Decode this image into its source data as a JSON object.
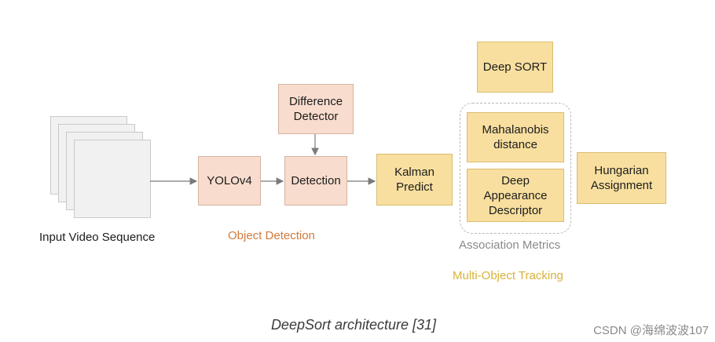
{
  "diagram": {
    "input_label": "Input Video Sequence",
    "nodes": {
      "yolo": "YOLOv4",
      "difference_detector": "Difference\nDetector",
      "detection": "Detection",
      "kalman": "Kalman\nPredict",
      "deep_sort": "Deep SORT",
      "mahalanobis": "Mahalanobis\ndistance",
      "deep_appearance": "Deep\nAppearance\nDescriptor",
      "hungarian": "Hungarian\nAssignment"
    },
    "groups": {
      "object_detection": "Object Detection",
      "association_metrics": "Association Metrics",
      "multi_object_tracking": "Multi-Object Tracking"
    },
    "colors": {
      "peach": "#f8dccd",
      "yellow": "#f8df9f",
      "object_detection_label": "#d07a3c",
      "multi_object_tracking_label": "#d8b23a",
      "association_label": "#8a8a8a"
    }
  },
  "caption": "DeepSort architecture [31]",
  "watermark": "CSDN @海绵波波107"
}
